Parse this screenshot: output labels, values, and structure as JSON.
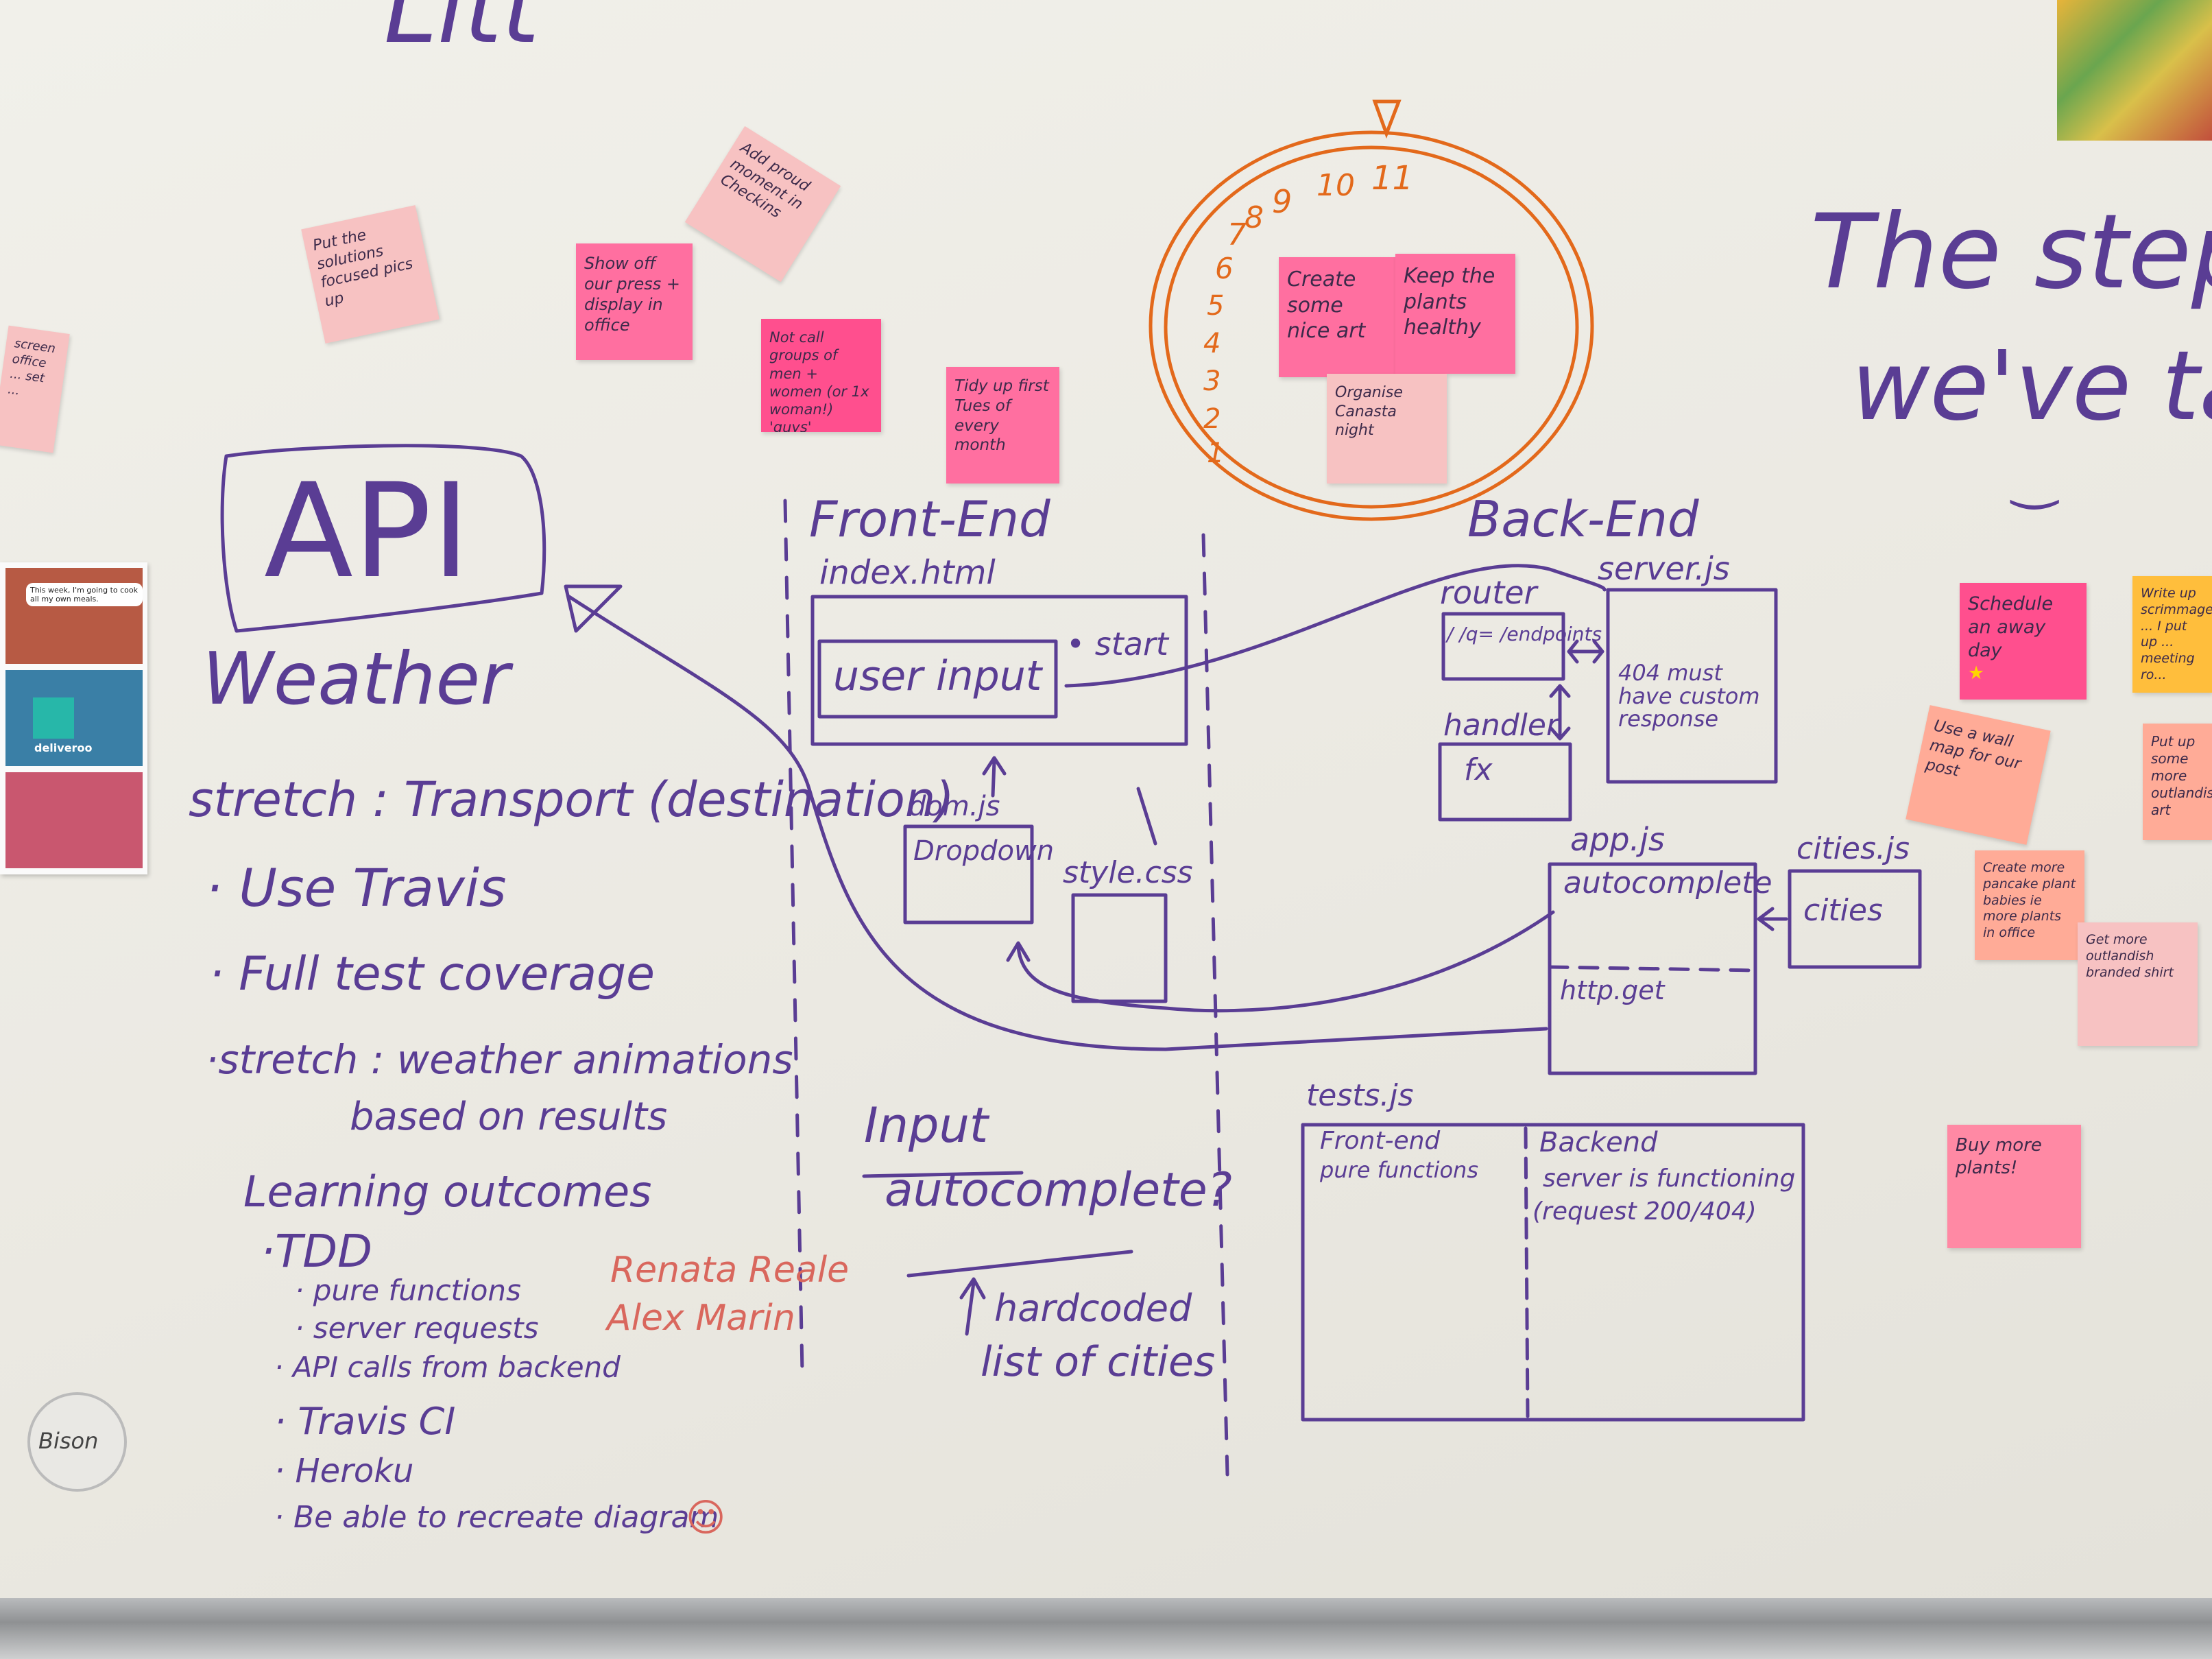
{
  "title_top": "Litt",
  "api_box": "API",
  "weather": "Weather",
  "stretch_transport": "stretch : Transport (destination)",
  "bullets": [
    "· Use Travis",
    "· Full test coverage",
    "·stretch : weather animations",
    "based on results"
  ],
  "learning_outcomes": "Learning outcomes",
  "outcomes": [
    "·TDD",
    "· pure functions",
    "· server requests",
    "· API calls from backend",
    "· Travis CI",
    "· Heroku",
    "· Be able to recreate diagram"
  ],
  "names": [
    "Renata Reale",
    "Alex Marin"
  ],
  "frontend": {
    "heading": "Front-End",
    "index_html": "index.html",
    "user_input": "user input",
    "start": "• start",
    "dom_js": "dom.js",
    "dropdown": "Dropdown",
    "style_css": "style.css"
  },
  "backend": {
    "heading": "Back-End",
    "router": "router",
    "endpoints": "/ /q= /endpoints",
    "handler": "handler",
    "fx": "fx",
    "server_js": "server.js",
    "server_note": "404 must have custom response",
    "app_js": "app.js",
    "autocomplete": "autocomplete",
    "http_get": "http.get",
    "cities_js": "cities.js",
    "cities": "cities"
  },
  "input_note": {
    "input": "Input",
    "autocomplete_q": "autocomplete?",
    "hardcoded": "hardcoded",
    "list": "list of cities"
  },
  "tests": {
    "label": "tests.js",
    "frontend": "Front-end",
    "frontend_sub": "pure functions",
    "backend": "Backend",
    "backend_sub1": "server is functioning",
    "backend_sub2": "(request 200/404)"
  },
  "clock": {
    "numbers": [
      "1",
      "2",
      "3",
      "4",
      "5",
      "6",
      "7",
      "8",
      "9",
      "10",
      "11"
    ]
  },
  "steps": {
    "line1": "The steps",
    "line2": "we've tak"
  },
  "notes": {
    "put_solutions": "Put the solutions focused pics up",
    "add_proud": "Add proud moment in Checkins",
    "show_press": "Show off our press + display in office",
    "not_call": "Not call groups of men + women (or 1x woman!) 'guys'",
    "tidy_up": "Tidy up first Tues of every month",
    "create_art": "Create some nice art",
    "keep_plants": "Keep the plants healthy",
    "organise": "Organise Canasta night",
    "left_partial": "screen office ... set ...",
    "schedule": "Schedule an away day",
    "write_up": "Write up scrimmage ... I put up ... meeting ro...",
    "use_a": "Use a wall map for our post",
    "put_up": "Put up some more outlandish art",
    "pancake": "Create more pancake plant babies ie more plants in office",
    "get_more": "Get more outlandish branded shirt",
    "buy_plants": "Buy more plants!"
  },
  "comic": {
    "speech": "This week, I'm going to cook all my own meals.",
    "brand": "deliveroo"
  },
  "sticker": "Bison"
}
